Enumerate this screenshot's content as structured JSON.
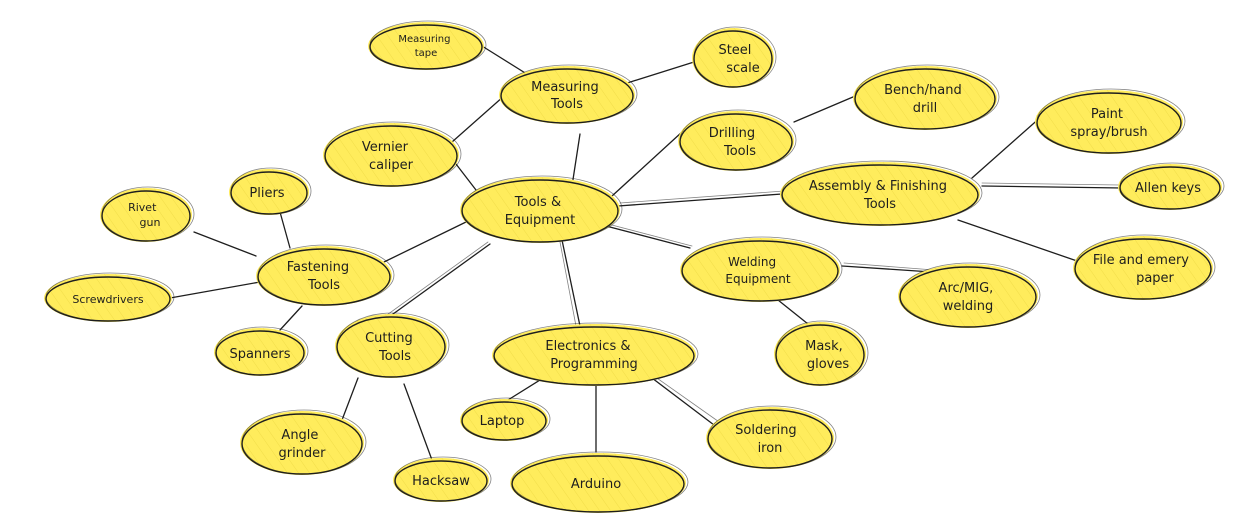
{
  "diagram": {
    "center": {
      "line1": "Tools &",
      "line2": "Equipment"
    },
    "nodes": {
      "measuring_tools": {
        "line1": "Measuring",
        "line2": "Tools"
      },
      "measuring_tape": {
        "line1": "Measuring",
        "line2": "tape"
      },
      "steel_scale": {
        "line1": "Steel",
        "line2": "scale"
      },
      "vernier_caliper": {
        "line1": "Vernier",
        "line2": "caliper"
      },
      "drilling_tools": {
        "line1": "Drilling",
        "line2": "Tools"
      },
      "bench_hand_drill": {
        "line1": "Bench/hand",
        "line2": "drill"
      },
      "assembly_finishing": {
        "line1": "Assembly & Finishing",
        "line2": "Tools"
      },
      "paint": {
        "line1": "Paint",
        "line2": "spray/brush"
      },
      "allen_keys": {
        "line1": "Allen keys"
      },
      "file_emery": {
        "line1": "File and emery",
        "line2": "paper"
      },
      "welding_equipment": {
        "line1": "Welding",
        "line2": "Equipment"
      },
      "arc_mig": {
        "line1": "Arc/MIG,",
        "line2": "welding"
      },
      "mask_gloves": {
        "line1": "Mask,",
        "line2": "gloves"
      },
      "electronics": {
        "line1": "Electronics &",
        "line2": "Programming"
      },
      "laptop": {
        "line1": "Laptop"
      },
      "arduino": {
        "line1": "Arduino"
      },
      "soldering_iron": {
        "line1": "Soldering",
        "line2": "iron"
      },
      "cutting_tools": {
        "line1": "Cutting",
        "line2": "Tools"
      },
      "angle_grinder": {
        "line1": "Angle",
        "line2": "grinder"
      },
      "hacksaw": {
        "line1": "Hacksaw"
      },
      "fastening_tools": {
        "line1": "Fastening",
        "line2": "Tools"
      },
      "rivet_gun": {
        "line1": "Rivet",
        "line2": "gun"
      },
      "pliers": {
        "line1": "Pliers"
      },
      "screwdrivers": {
        "line1": "Screwdrivers"
      },
      "spanners": {
        "line1": "Spanners"
      }
    },
    "colors": {
      "node_fill": "#ffec5c",
      "stroke": "#1e1e1e"
    }
  }
}
